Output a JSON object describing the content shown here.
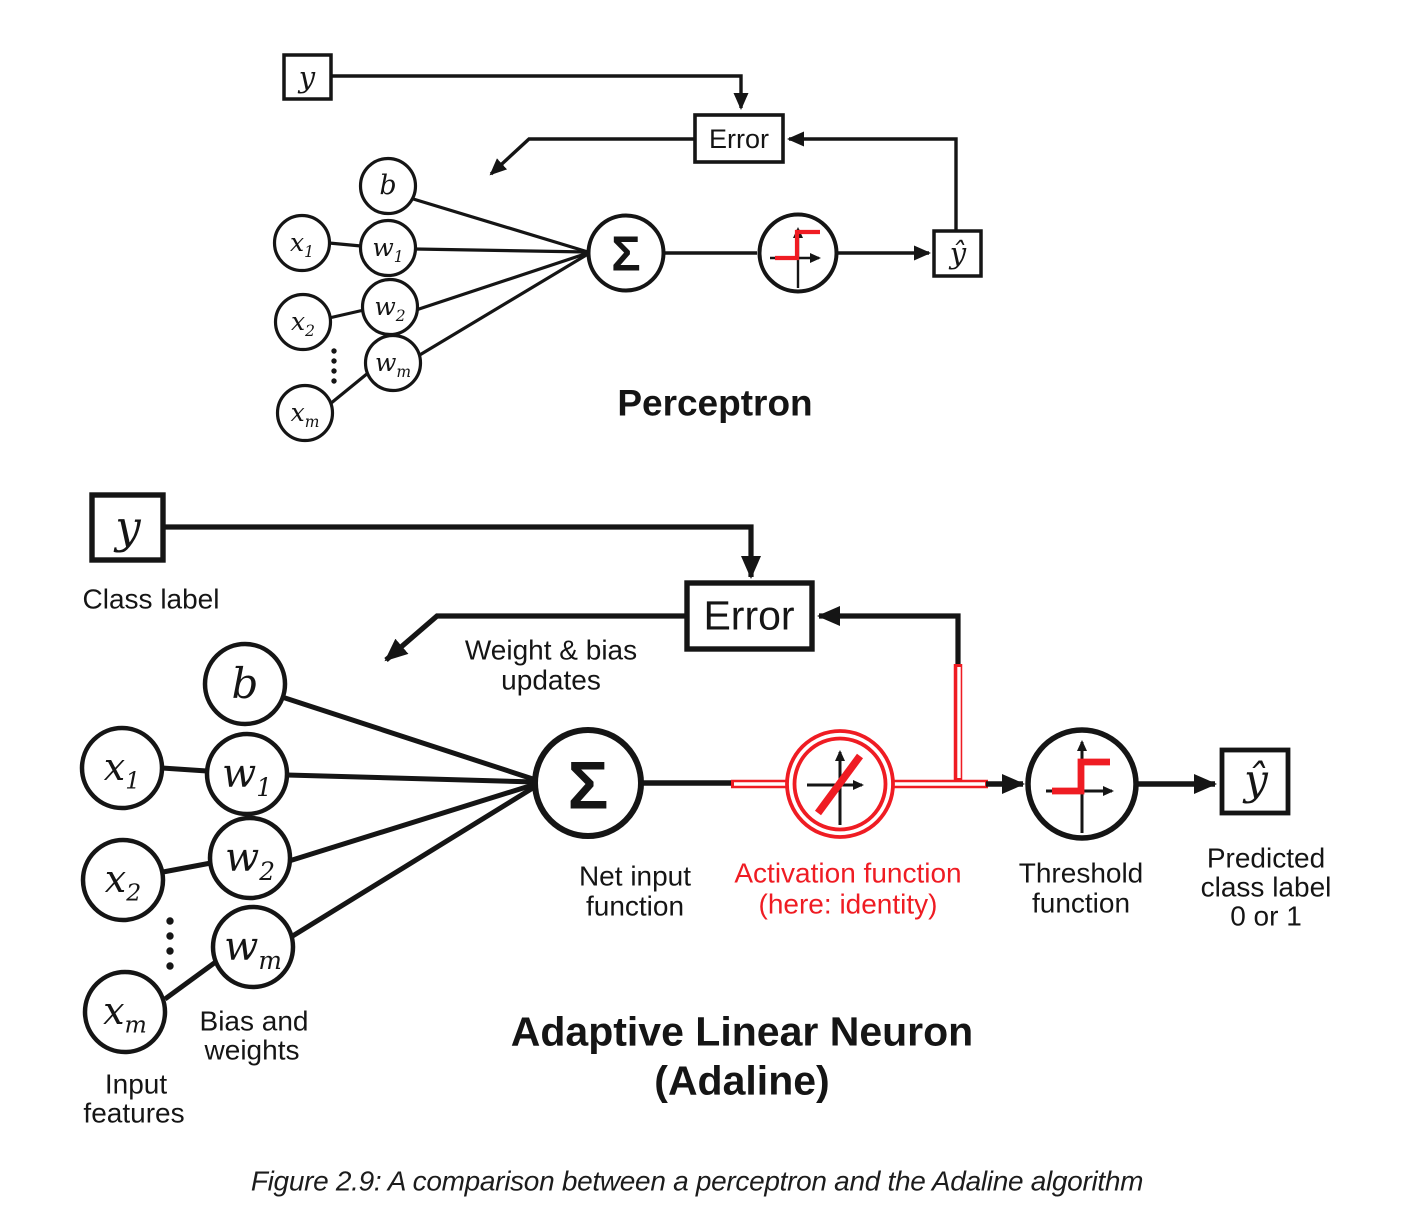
{
  "colors": {
    "black": "#151515",
    "red": "#ef1c23",
    "background": "#ffffff"
  },
  "perceptron": {
    "title": "Perceptron",
    "class_label_box": "y",
    "error_label": "Error",
    "sum_symbol": "Σ",
    "output_label": "ŷ",
    "nodes": {
      "b": {
        "base": "b",
        "sub": ""
      },
      "x1": {
        "base": "x",
        "sub": "1"
      },
      "w1": {
        "base": "w",
        "sub": "1"
      },
      "x2": {
        "base": "x",
        "sub": "2"
      },
      "w2": {
        "base": "w",
        "sub": "2"
      },
      "wm": {
        "base": "w",
        "sub": "m"
      },
      "xm": {
        "base": "x",
        "sub": "m"
      }
    }
  },
  "adaline": {
    "title": [
      "Adaptive Linear Neuron",
      "(Adaline)"
    ],
    "class_label_box": "y",
    "class_label_caption": "Class label",
    "error_label": "Error",
    "sum_symbol": "Σ",
    "output_label": "ŷ",
    "nodes": {
      "b": {
        "base": "b",
        "sub": ""
      },
      "x1": {
        "base": "x",
        "sub": "1"
      },
      "w1": {
        "base": "w",
        "sub": "1"
      },
      "x2": {
        "base": "x",
        "sub": "2"
      },
      "w2": {
        "base": "w",
        "sub": "2"
      },
      "wm": {
        "base": "w",
        "sub": "m"
      },
      "xm": {
        "base": "x",
        "sub": "m"
      }
    },
    "labels": {
      "weight_bias_updates": [
        "Weight & bias",
        "updates"
      ],
      "net_input": [
        "Net input",
        "function"
      ],
      "activation": [
        "Activation function",
        "(here: identity)"
      ],
      "threshold": [
        "Threshold",
        "function"
      ],
      "predicted": [
        "Predicted",
        "class label",
        "0 or 1"
      ],
      "bias_weights": [
        "Bias and",
        "weights"
      ],
      "input_features": [
        "Input",
        "features"
      ]
    }
  },
  "caption": "Figure 2.9: A comparison between a perceptron and the Adaline algorithm"
}
